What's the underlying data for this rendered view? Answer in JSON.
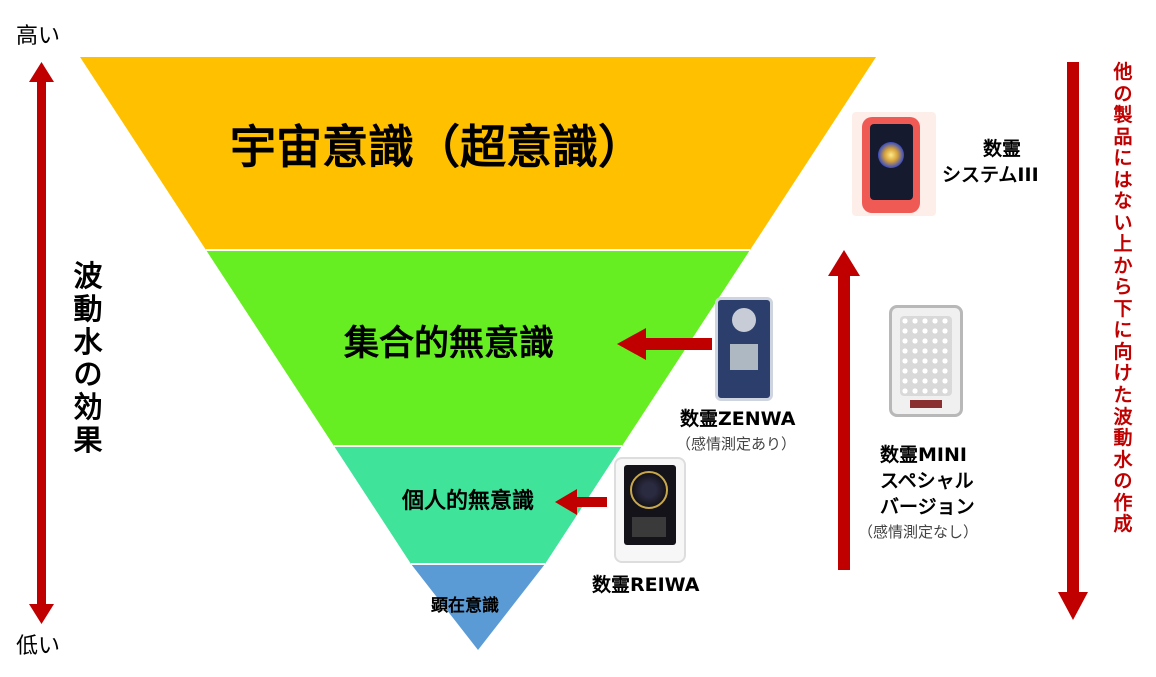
{
  "axis": {
    "high": "高い",
    "low": "低い",
    "effect": "波動水の効果"
  },
  "layers": [
    {
      "label": "宇宙意識（超意識）",
      "color": "#FFC000"
    },
    {
      "label": "集合的無意識",
      "color": "#66EE22"
    },
    {
      "label": "個人的無意識",
      "color": "#3FE39A"
    },
    {
      "label": "顕在意識",
      "color": "#5B9BD5"
    }
  ],
  "products": {
    "system3": {
      "lines": [
        "数霊",
        "システムIII"
      ]
    },
    "zenwa": {
      "name": "数霊ZENWA",
      "note": "（感情測定あり）"
    },
    "mini": {
      "lines": [
        "数霊MINI",
        "スペシャル",
        "バージョン"
      ],
      "note": "（感情測定なし）"
    },
    "reiwa": {
      "name": "数霊REIWA"
    }
  },
  "side_note": "他の製品にはない上から下に向けた波動水の作成",
  "colors": {
    "arrow": "#C00000",
    "note_text": "#C00000"
  }
}
